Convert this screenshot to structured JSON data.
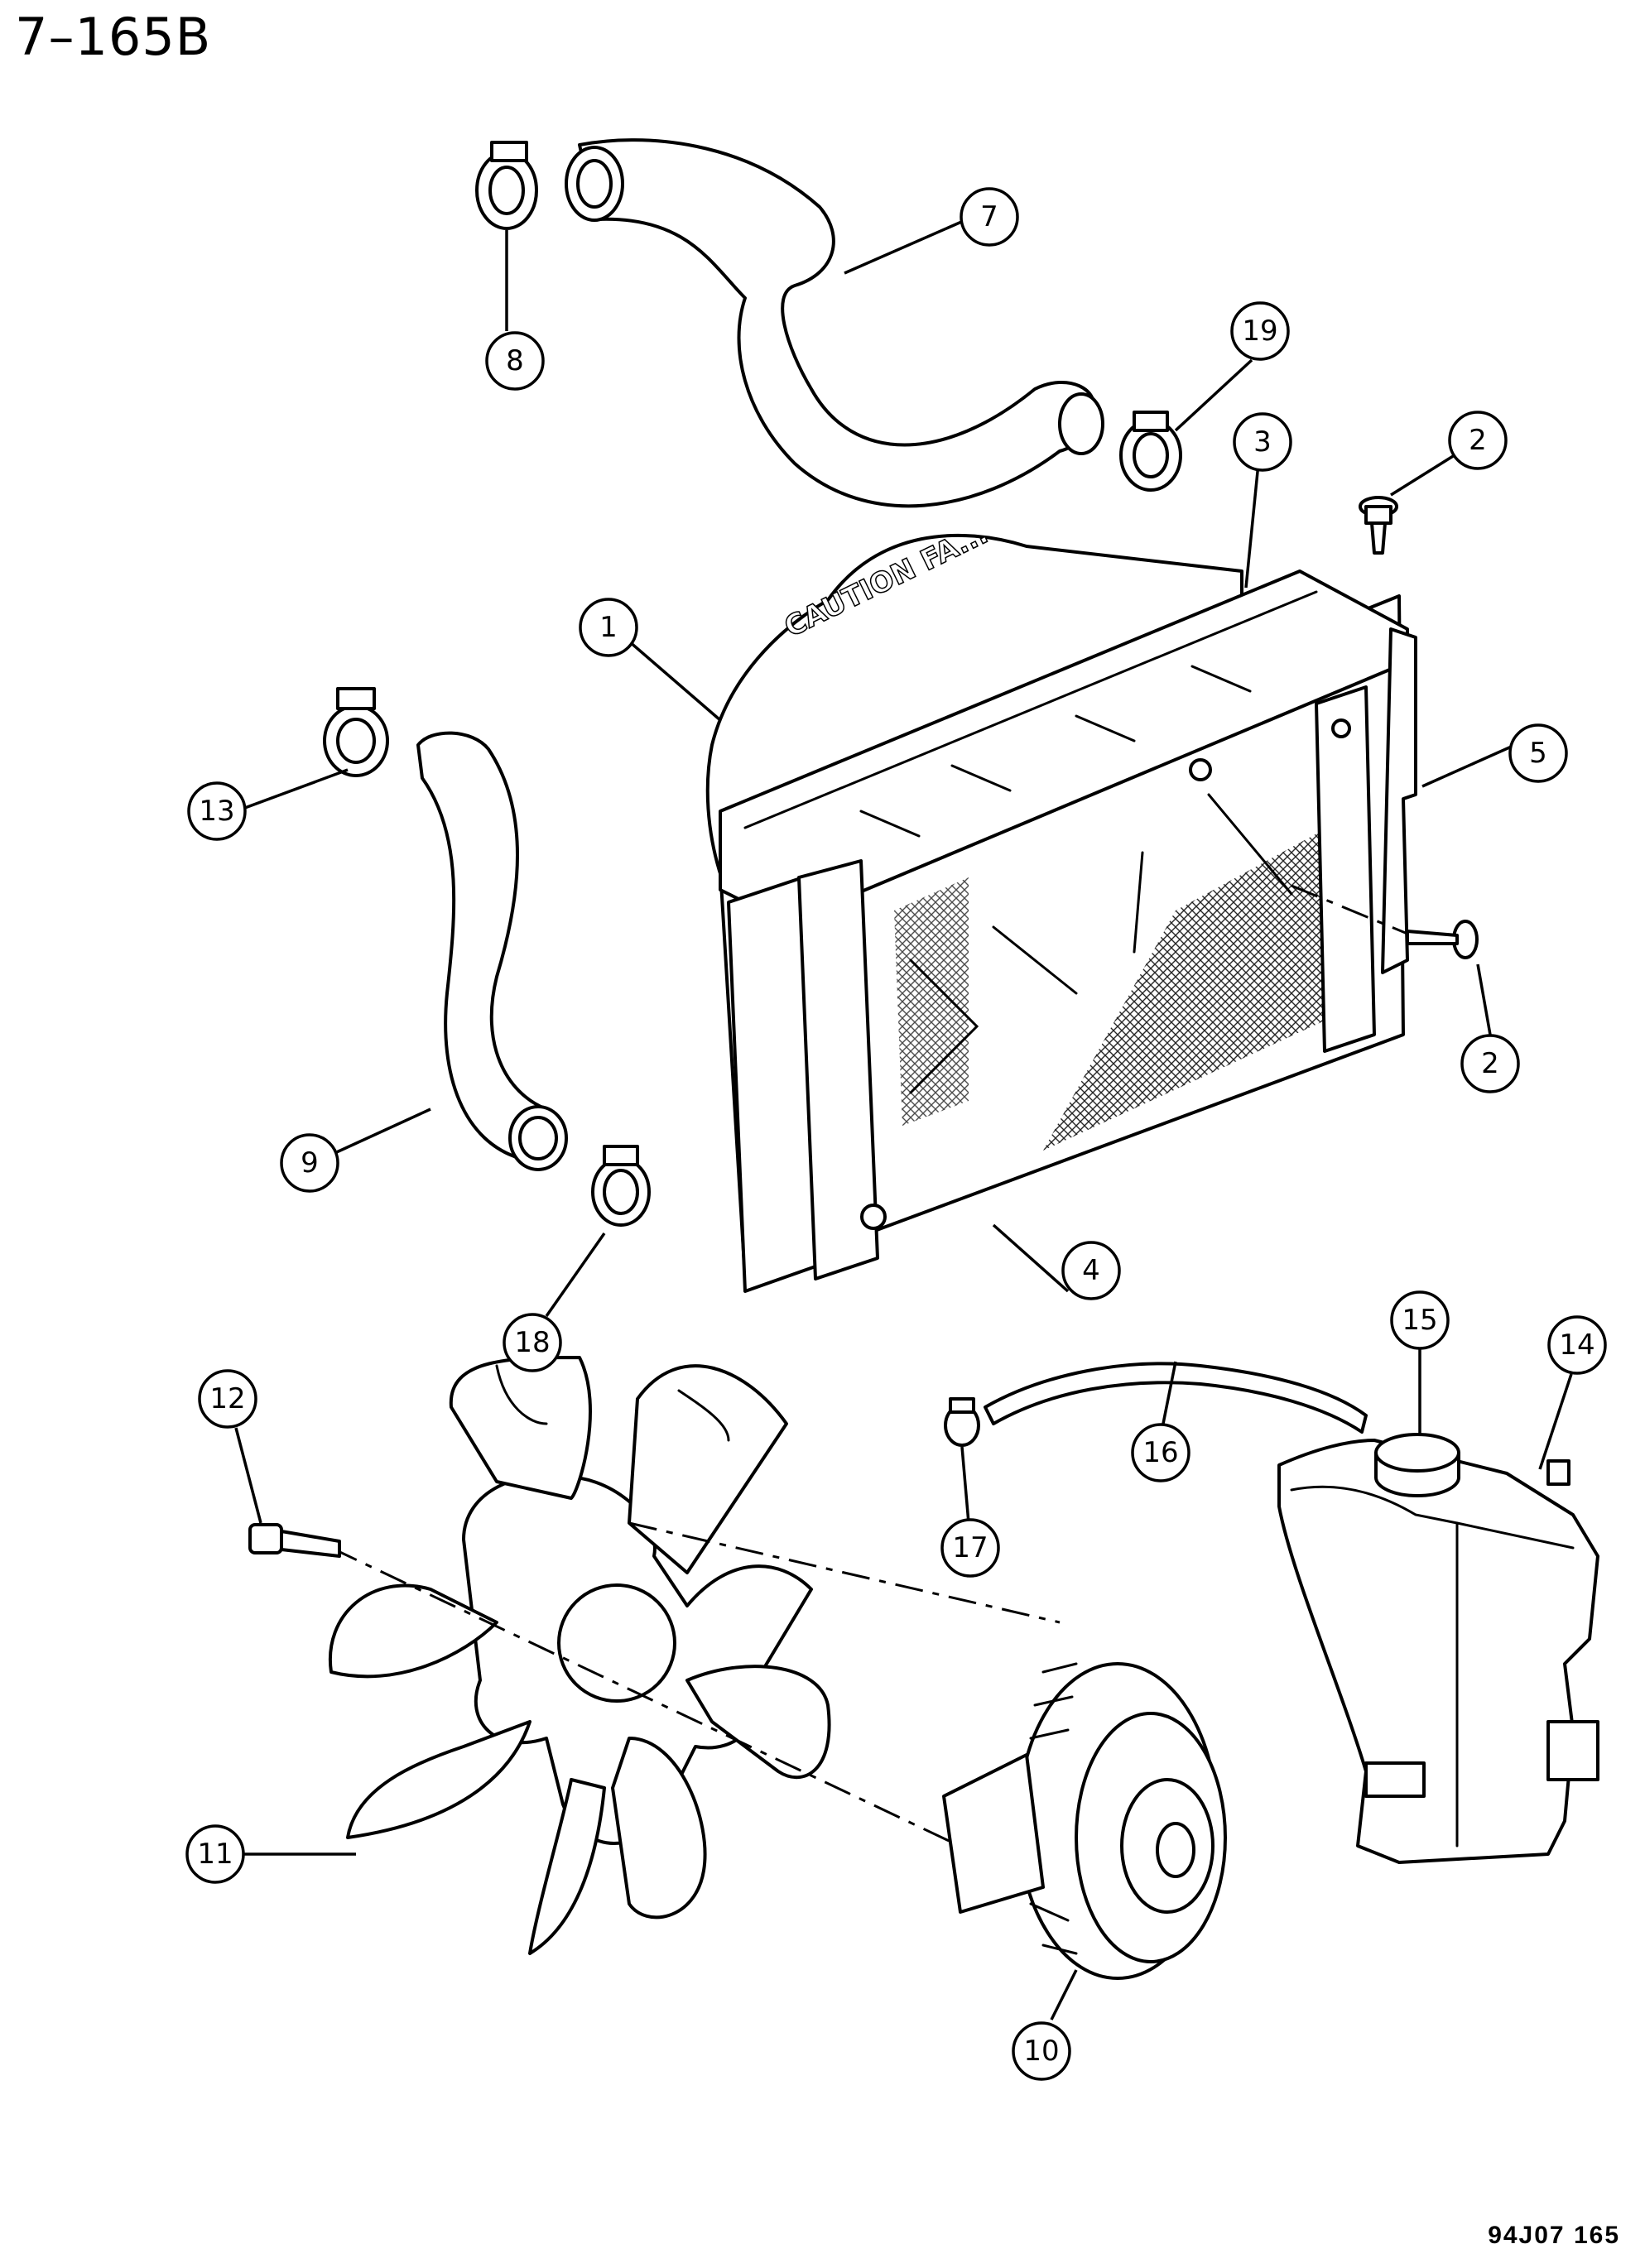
{
  "title": "7–165B",
  "figure_code": "94J07  165",
  "stamp_text": "CAUTION FA...",
  "callouts": [
    "1",
    "2",
    "2",
    "3",
    "4",
    "5",
    "7",
    "8",
    "9",
    "10",
    "11",
    "12",
    "13",
    "14",
    "15",
    "16",
    "17",
    "18",
    "19"
  ],
  "parts": [
    {
      "ref": "1",
      "name": "fan shroud"
    },
    {
      "ref": "2",
      "name": "bolt"
    },
    {
      "ref": "3",
      "name": "upper support"
    },
    {
      "ref": "4",
      "name": "radiator"
    },
    {
      "ref": "5",
      "name": "seal"
    },
    {
      "ref": "7",
      "name": "upper hose"
    },
    {
      "ref": "8",
      "name": "clamp"
    },
    {
      "ref": "9",
      "name": "lower hose"
    },
    {
      "ref": "10",
      "name": "fan drive"
    },
    {
      "ref": "11",
      "name": "fan blade"
    },
    {
      "ref": "12",
      "name": "bolt"
    },
    {
      "ref": "13",
      "name": "clamp"
    },
    {
      "ref": "14",
      "name": "reservoir"
    },
    {
      "ref": "15",
      "name": "cap"
    },
    {
      "ref": "16",
      "name": "overflow hose"
    },
    {
      "ref": "17",
      "name": "clamp"
    },
    {
      "ref": "18",
      "name": "clamp"
    },
    {
      "ref": "19",
      "name": "clamp"
    }
  ]
}
